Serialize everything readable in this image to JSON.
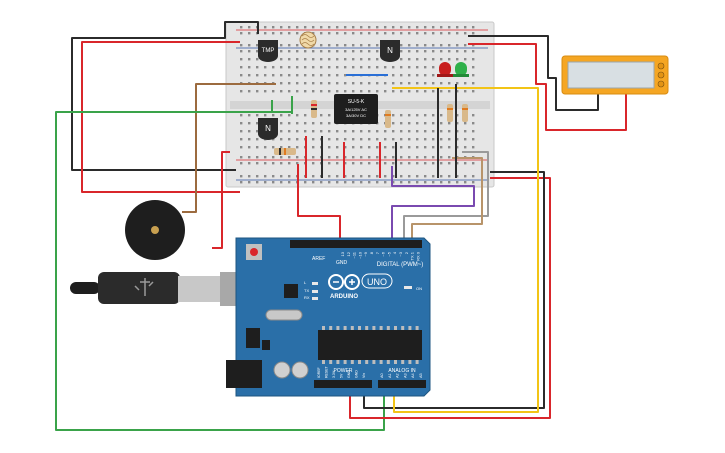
{
  "components": {
    "temp_sensor_label": "TMP",
    "npn_label": "N",
    "relay": {
      "model": "SU-5-K",
      "spec_line1": "3A/125V AC",
      "spec_line2": "3A/30V DC"
    },
    "arduino": {
      "brand": "ARDUINO",
      "model": "UNO",
      "digital_header": "DIGITAL (PWM~)",
      "power_header": "POWER",
      "analog_header": "ANALOG IN",
      "aref": "AREF",
      "gnd": "GND",
      "digital_pins": [
        "13",
        "12",
        "~11",
        "~10",
        "~9",
        "8",
        "7",
        "~6",
        "~5",
        "4",
        "~3",
        "2",
        "TX 1",
        "RX 0"
      ],
      "power_pins": [
        "IOREF",
        "RESET",
        "3.3V",
        "5V",
        "GND",
        "GND",
        "Vin"
      ],
      "analog_pins": [
        "A0",
        "A1",
        "A2",
        "A3",
        "A4",
        "A5"
      ],
      "led_on": "ON",
      "led_tx": "TX",
      "led_rx": "RX",
      "led_l": "L"
    }
  },
  "colors": {
    "wire_red": "#d9262b",
    "wire_black": "#2b2b2b",
    "wire_green": "#3aa34a",
    "wire_yellow": "#f2c417",
    "wire_brown": "#9c6b3f",
    "wire_purple": "#7a4ab0",
    "wire_gray": "#9a9a9a",
    "arduino_blue": "#2a6fa8",
    "breadboard": "#e9e9e9",
    "lcd": "#f5a623"
  }
}
